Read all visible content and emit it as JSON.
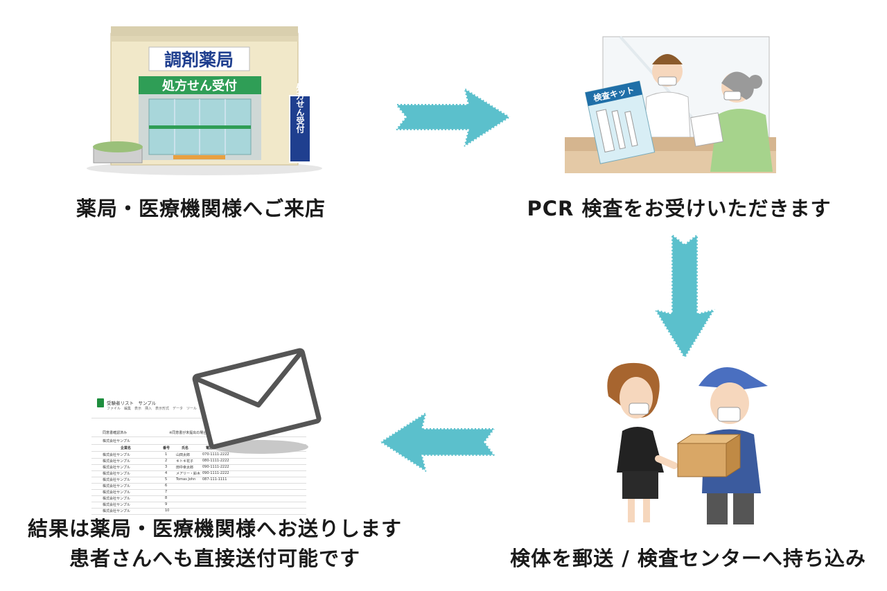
{
  "steps": [
    {
      "label": "薬局・医療機関様へご来店"
    },
    {
      "label": "PCR 検査をお受けいただきます"
    },
    {
      "label": "検体を郵送 / 検査センターへ持ち込み"
    },
    {
      "label_line1": "結果は薬局・医療機関様へお送りします",
      "label_line2": "患者さんへも直接送付可能です"
    }
  ],
  "pharmacy": {
    "sign": "調剤薬局",
    "banner": "処方せん受付",
    "vertical_sign": "処方せん受付"
  },
  "test_kit": {
    "label": "検査キット"
  },
  "spreadsheet": {
    "title": "受験者リスト　サンプル",
    "menu": "ファイル　編集　表示　挿入　表示形式　データ　ツール　アドオン　ヘルプ",
    "header_note": "同意書確認済み",
    "notice": "※同意書が未提出の場合は",
    "company_label": "株式会社サンプル",
    "headers": [
      "企業名",
      "番号",
      "氏名",
      "電話番号"
    ],
    "rows": [
      [
        "株式会社サンプル",
        "1",
        "山田太郎",
        "070-1111-2222"
      ],
      [
        "株式会社サンプル",
        "2",
        "キトキ花子",
        "080-1111-2222"
      ],
      [
        "株式会社サンプル",
        "3",
        "田中幸太郎",
        "090-1111-2222"
      ],
      [
        "株式会社サンプル",
        "4",
        "メアリー・鈴木",
        "090-1111-2222"
      ],
      [
        "株式会社サンプル",
        "5",
        "Tomas John",
        "087-111-1111"
      ],
      [
        "株式会社サンプル",
        "6",
        "",
        ""
      ],
      [
        "株式会社サンプル",
        "7",
        "",
        ""
      ],
      [
        "株式会社サンプル",
        "8",
        "",
        ""
      ],
      [
        "株式会社サンプル",
        "9",
        "",
        ""
      ],
      [
        "株式会社サンプル",
        "10",
        "",
        ""
      ]
    ]
  },
  "colors": {
    "arrow": "#5bc0cc",
    "pharmacy_green": "#2f9e56",
    "pharmacy_blue": "#1f3f8f",
    "text": "#1a1a1a"
  }
}
